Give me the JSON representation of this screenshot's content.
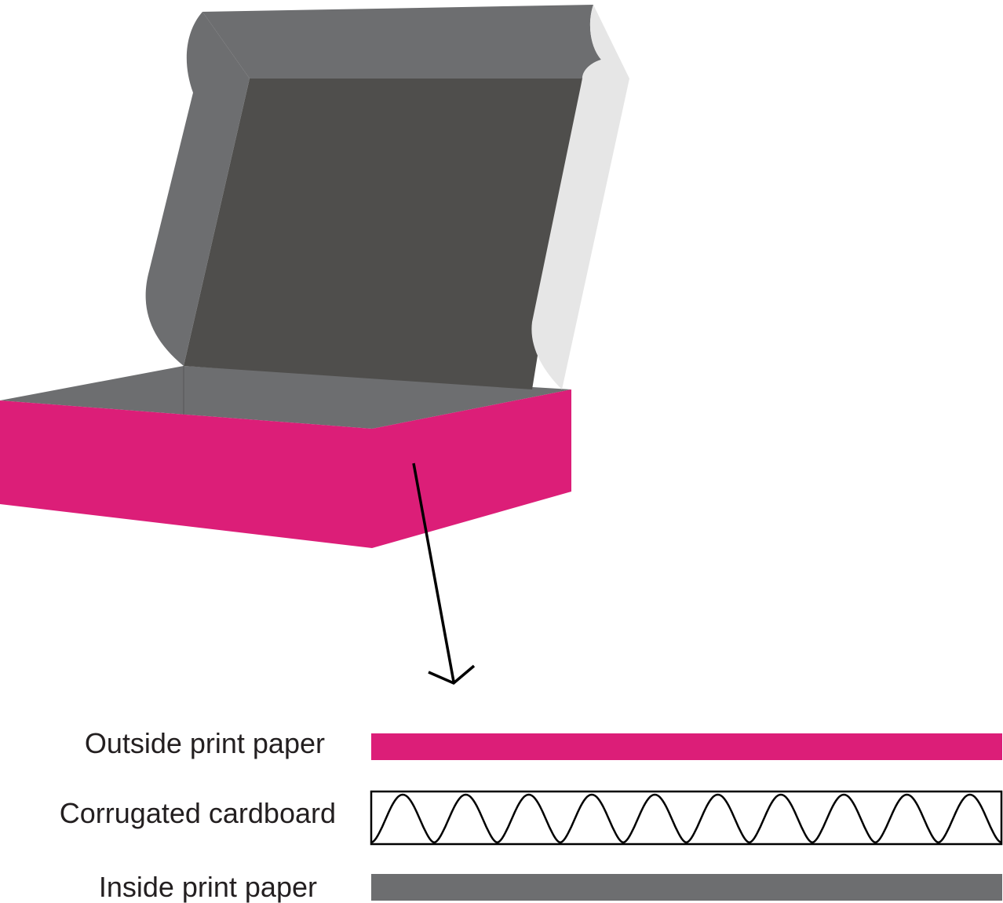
{
  "layers": [
    {
      "label": "Outside print paper",
      "color": "#dc1e78"
    },
    {
      "label": "Corrugated cardboard",
      "color": "#ffffff"
    },
    {
      "label": "Inside print paper",
      "color": "#6d6e70"
    }
  ],
  "box": {
    "outer_color": "#dc1e78",
    "inner_color": "#6d6e70",
    "lid_inner_color": "#4f4e4c",
    "lid_edge_color": "#e6e6e6"
  },
  "callout": "arrow-icon"
}
